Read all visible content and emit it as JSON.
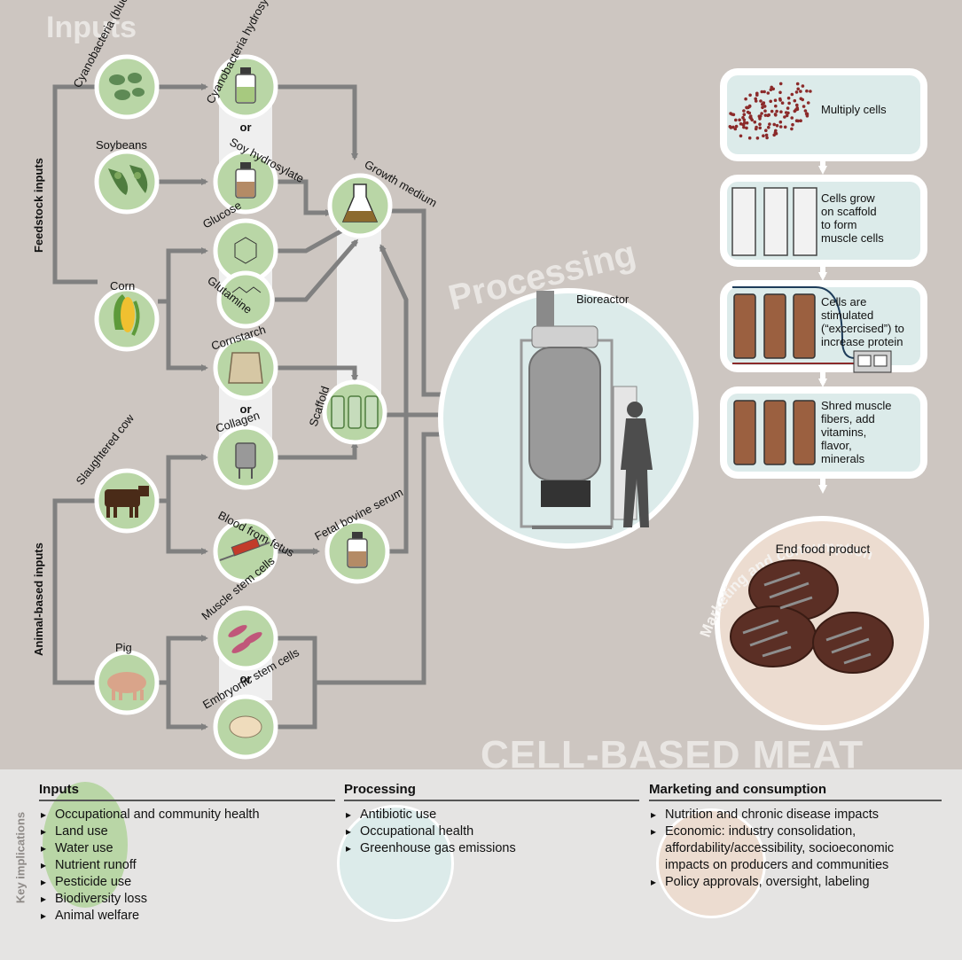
{
  "banner": {
    "inputs": "Inputs",
    "processing": "Processing",
    "marketing": "Marketing and consumption",
    "cell_based": "CELL-BASED MEAT"
  },
  "groups": {
    "feedstock": "Feedstock inputs",
    "animal": "Animal-based inputs"
  },
  "nodes": {
    "cyanobacteria": "Cyanobacteria (blue green algae)",
    "cyano_hydrosylate": "Cyanobacteria hydrosylate",
    "soybeans": "Soybeans",
    "soy_hydrosylate": "Soy hydrosylate",
    "growth_medium": "Growth medium",
    "glucose": "Glucose",
    "glutamine": "Glutamine",
    "corn": "Corn",
    "cornstarch": "Cornstarch",
    "collagen": "Collagen",
    "scaffold": "Scaffold",
    "slaughtered_cow": "Slaughtered cow",
    "blood_fetus": "Blood from fetus",
    "fetal_serum": "Fetal bovine serum",
    "pig": "Pig",
    "muscle_stem": "Muscle stem cells",
    "embryonic_stem": "Embryonic stem cells",
    "bioreactor": "Bioreactor",
    "or": "or"
  },
  "steps": {
    "step1": [
      "Multiply cells"
    ],
    "step2": [
      "Cells grow",
      "on scaffold",
      "to form",
      "muscle cells"
    ],
    "step3": [
      "Cells are",
      "stimulated",
      "(“excercised”) to",
      "increase protein"
    ],
    "step4": [
      "Shred muscle",
      "fibers, add",
      "vitamins,",
      "flavor,",
      "minerals"
    ],
    "end": "End food product"
  },
  "implications": {
    "title": "Key implications",
    "inputs": {
      "heading": "Inputs",
      "items": [
        "Occupational and community health",
        "Land use",
        "Water use",
        "Nutrient runoff",
        "Pesticide use",
        "Biodiversity loss",
        "Animal welfare"
      ]
    },
    "processing": {
      "heading": "Processing",
      "items": [
        "Antibiotic use",
        "Occupational health",
        "Greenhouse gas emissions"
      ]
    },
    "marketing": {
      "heading": "Marketing and consumption",
      "items": [
        "Nutrition and chronic disease impacts",
        "Economic: industry consolidation, affordability/accessibility, socioeconomic impacts on producers and communities",
        "Policy approvals, oversight, labeling"
      ]
    }
  },
  "colors": {
    "background": "#cdc6c1",
    "node_fill": "#b9d6a6",
    "process_fill": "#dcebea",
    "market_fill": "#ecdcd0",
    "arrow": "#808080",
    "meat": "#5b2f25"
  }
}
